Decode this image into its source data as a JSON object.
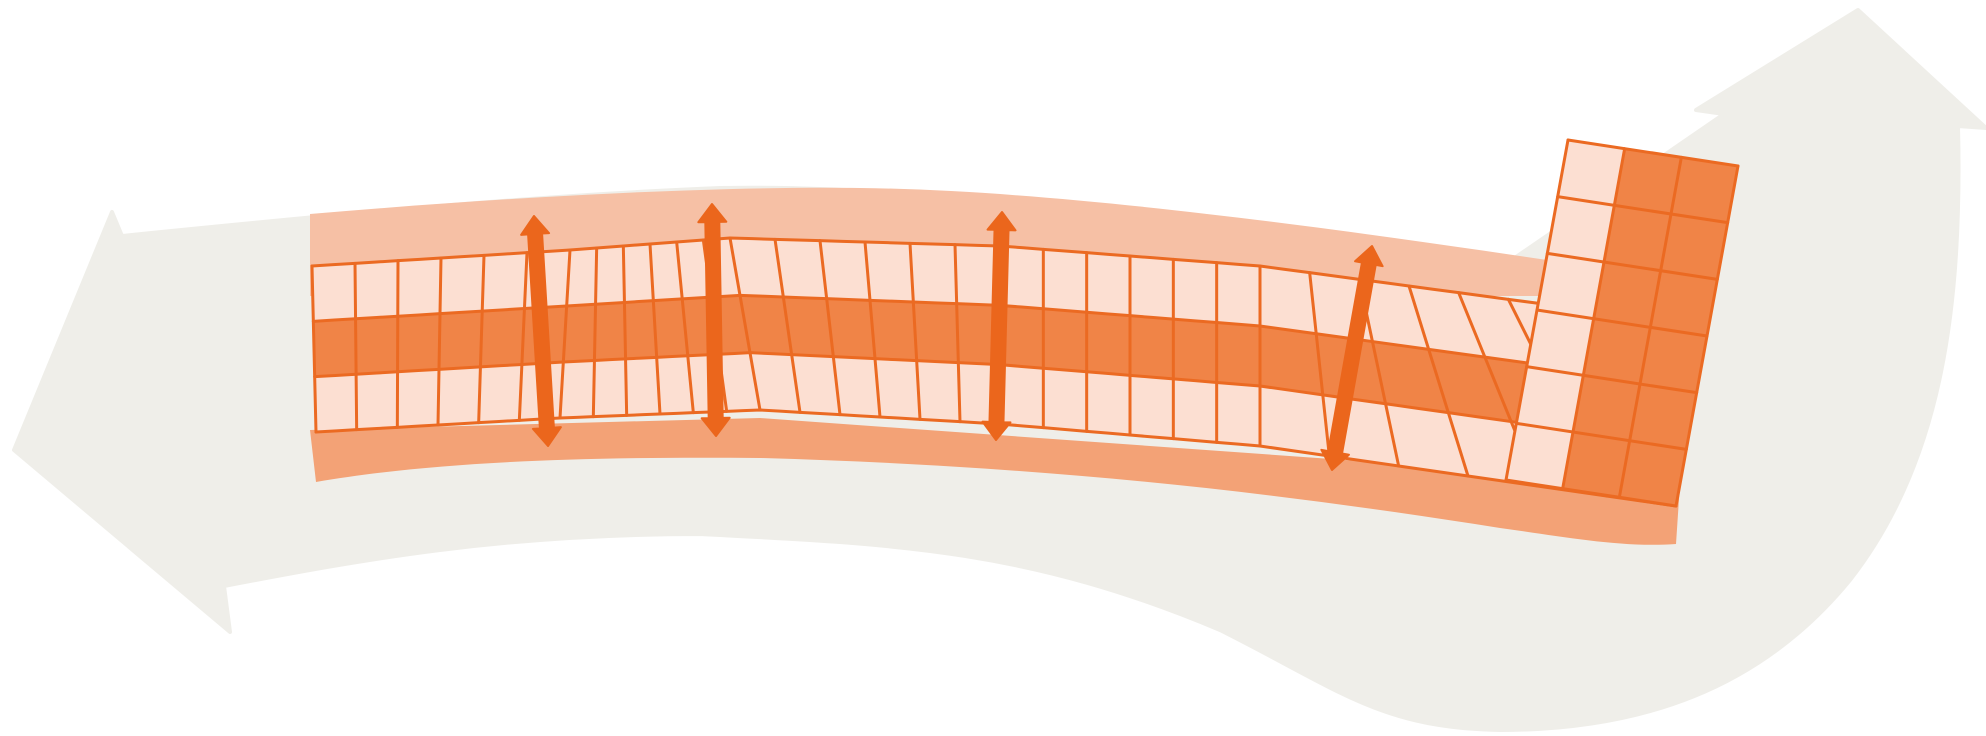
{
  "colors": {
    "background": "#ffffff",
    "band_gray": "#efeee9",
    "strip_top_peach": "#f6c0a5",
    "strip_bottom_peach": "#f3a276",
    "cell_light": "#fcdfd2",
    "cell_mid": "#f08447",
    "grid_line": "#eb6a22",
    "arrow_orange": "#eb661c"
  },
  "icons": {
    "big_arrow": "curved-double-headed-arrow-icon",
    "small_arrows": "vertical-double-headed-arrow-icon"
  },
  "grid": {
    "rows": 3,
    "middle_row_style": "mid",
    "outer_row_style": "light",
    "tall_block_rows": 6,
    "tall_block_column_styles": [
      "light",
      "mid",
      "mid"
    ]
  },
  "small_arrow_count": 4
}
